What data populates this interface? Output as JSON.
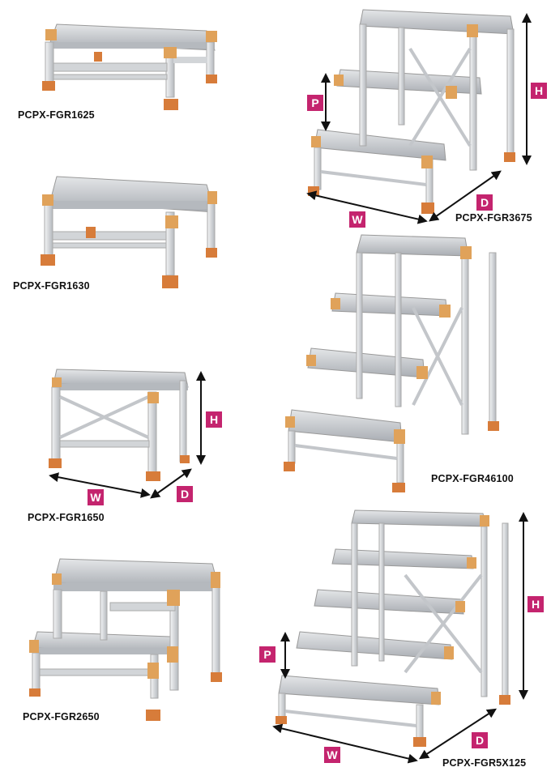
{
  "products": [
    {
      "model": "PCPX-FGR1625"
    },
    {
      "model": "PCPX-FGR1630"
    },
    {
      "model": "PCPX-FGR1650"
    },
    {
      "model": "PCPX-FGR2650"
    },
    {
      "model": "PCPX-FGR3675"
    },
    {
      "model": "PCPX-FGR46100"
    },
    {
      "model": "PCPX-FGR5X125"
    }
  ],
  "dimension_badges": {
    "width": "W",
    "depth": "D",
    "height": "H",
    "pitch": "P"
  },
  "colors": {
    "frame": "#c9ccd0",
    "tread": "#b8bcc2",
    "joint": "#e0a25a",
    "foot": "#d77c3a",
    "badge": "#c4246e"
  }
}
